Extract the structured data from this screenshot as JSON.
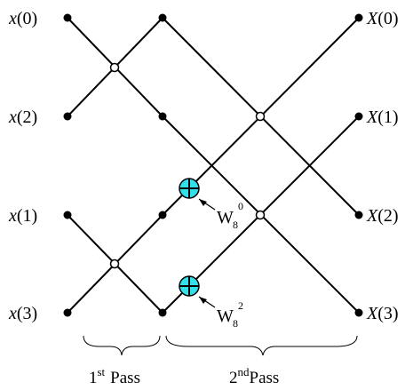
{
  "inputs": [
    {
      "var": "x",
      "idx": "(0)"
    },
    {
      "var": "x",
      "idx": "(2)"
    },
    {
      "var": "x",
      "idx": "(1)"
    },
    {
      "var": "x",
      "idx": "(3)"
    }
  ],
  "outputs": [
    {
      "var": "X",
      "idx": "(0)"
    },
    {
      "var": "X",
      "idx": "(1)"
    },
    {
      "var": "X",
      "idx": "(2)"
    },
    {
      "var": "X",
      "idx": "(3)"
    }
  ],
  "twiddles": [
    {
      "base": "W",
      "sub": "8",
      "sup": "0"
    },
    {
      "base": "W",
      "sub": "8",
      "sup": "2"
    }
  ],
  "passes": [
    {
      "num": "1",
      "sup": "st",
      "label": "Pass"
    },
    {
      "num": "2",
      "sup": "nd",
      "label": "Pass"
    }
  ]
}
